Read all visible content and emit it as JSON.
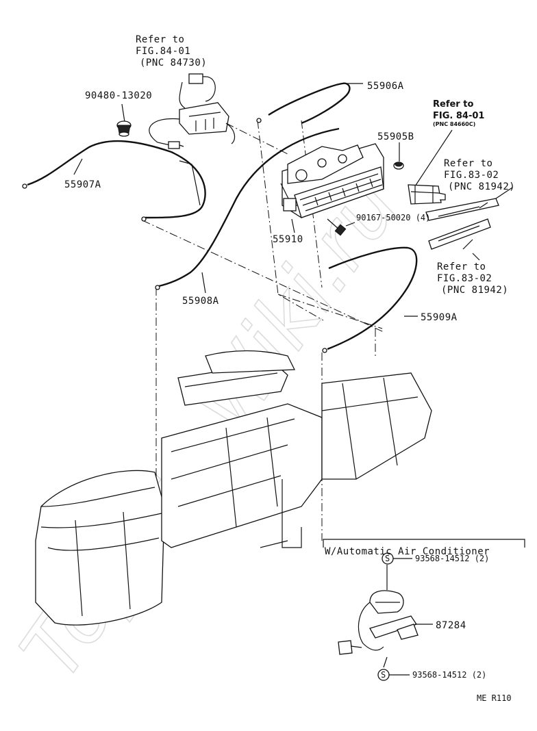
{
  "watermark": "Toyota-Wiki.ru",
  "labels": {
    "ref_84_01_line1": "Refer to",
    "ref_84_01_line2": "FIG.84-01",
    "ref_84_01_line3": "(PNC 84730)",
    "p90480": "90480-13020",
    "p55907a": "55907A",
    "p55906a": "55906A",
    "ref_84_01b_line1": "Refer to",
    "ref_84_01b_line2": "FIG. 84-01",
    "ref_84_01b_line3": "(PNC 84660C)",
    "p55905b": "55905B",
    "ref_83_02a_line1": "Refer to",
    "ref_83_02a_line2": "FIG.83-02",
    "ref_83_02a_line3": "(PNC 81942)",
    "p90167": "90167-50020 (4)",
    "p55910": "55910",
    "ref_83_02b_line1": "Refer to",
    "ref_83_02b_line2": "FIG.83-02",
    "ref_83_02b_line3": "(PNC 81942)",
    "p55908a": "55908A",
    "p55909a": "55909A",
    "auto_ac_title": "W/Automatic Air Conditioner",
    "p93568_top": "93568-14512 (2)",
    "p87284": "87284",
    "p93568_bottom": "93568-14512 (2)",
    "s_mark": "S",
    "footer_code": "ME R110"
  }
}
